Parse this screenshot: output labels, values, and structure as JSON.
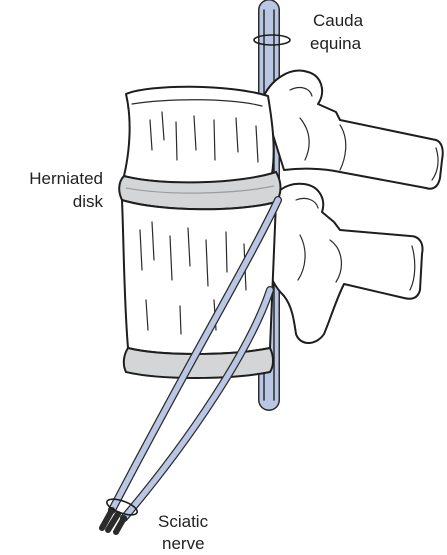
{
  "labels": {
    "cauda_equina_line1": "Cauda",
    "cauda_equina_line2": "equina",
    "herniated_disk_line1": "Herniated",
    "herniated_disk_line2": "disk",
    "sciatic_nerve_line1": "Sciatic",
    "sciatic_nerve_line2": "nerve"
  },
  "colors": {
    "nerve_fill": "#b9c6e4",
    "nerve_outline": "#2b2b2b",
    "disk_fill": "#d3d5d6",
    "bone_fill": "#ffffff"
  }
}
